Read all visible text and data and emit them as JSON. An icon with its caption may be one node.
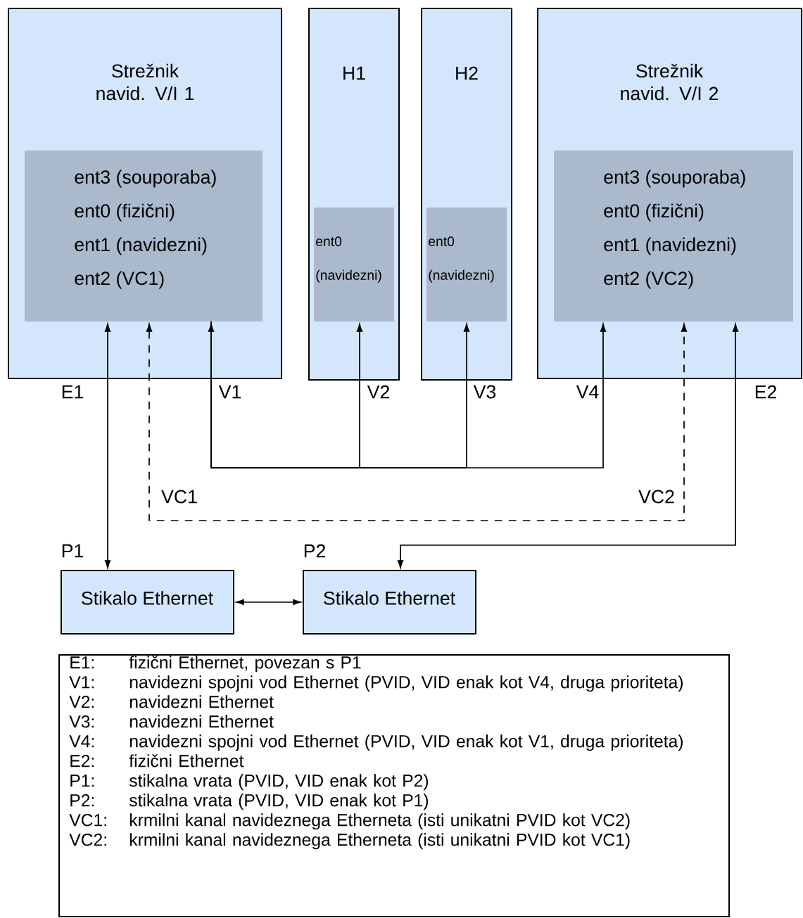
{
  "diagram": {
    "nodes": [
      {
        "text": [
          "Strežnik navid. V/I 1"
        ]
      },
      {
        "text": [
          "ent3 (souporaba)",
          "ent0 (fizični)",
          "ent1 (navidezni)",
          "ent2 (VC1)"
        ],
        "in": 0
      },
      {
        "text": [
          "H1"
        ]
      },
      {
        "text": [
          "ent0 (navidezni)"
        ],
        "in": 2
      },
      {
        "text": [
          "H2"
        ]
      },
      {
        "text": [
          "ent0 (navidezni)"
        ],
        "in": 4
      },
      {
        "text": [
          "Strežnik navid. V/I 2"
        ]
      },
      {
        "text": [
          "ent3 (souporaba)",
          "ent0 (fizični)",
          "ent1 (navidezni)",
          "ent2 (VC2)"
        ],
        "in": 6
      },
      {
        "text": [
          "Stikalo Ethernet"
        ],
        "beside": [
          "P1"
        ]
      },
      {
        "text": [
          "Stikalo Ethernet"
        ],
        "beside": [
          "P2"
        ]
      },
      {
        "text": [
          "E1:",
          "fizični Ethernet, povezan s P1",
          "V1:",
          "navidezni spojni vod Ethernet (PVID, VID enak kot V4, druga prioriteta)",
          "V2:",
          "navidezni Ethernet",
          "V3:",
          "navidezni Ethernet",
          "V4:",
          "navidezni spojni vod Ethernet (PVID, VID enak kot V1, druga prioriteta)",
          "E2:",
          "fizični Ethernet",
          "P1:",
          "stikalna vrata (PVID, VID enak kot P2)",
          "P2:",
          "stikalna vrata (PVID, VID enak kot P1)",
          "VC1:",
          "krmilni kanal navideznega Etherneta (isti unikatni PVID kot VC2)",
          "VC2:",
          "krmilni kanal navideznega Etherneta (isti unikatni PVID kot VC1)"
        ]
      }
    ],
    "edges": [
      {
        "from": 1,
        "to": 8,
        "arrow": "both"
      },
      {
        "from": 1,
        "to": 7,
        "arrow": "both",
        "style": "dashed",
        "label": "VC1"
      },
      {
        "from": 1,
        "to": 7,
        "arrow": "both"
      },
      {
        "from": 1,
        "to": 3,
        "arrow": "to"
      },
      {
        "from": 1,
        "to": 5,
        "arrow": "to"
      },
      {
        "from": 7,
        "to": 9,
        "arrow": "both"
      },
      {
        "from": 8,
        "to": 9,
        "arrow": "both"
      }
    ],
    "labels": [
      "E1",
      "V1",
      "V2",
      "V3",
      "V4",
      "E2",
      "VC2"
    ]
  }
}
